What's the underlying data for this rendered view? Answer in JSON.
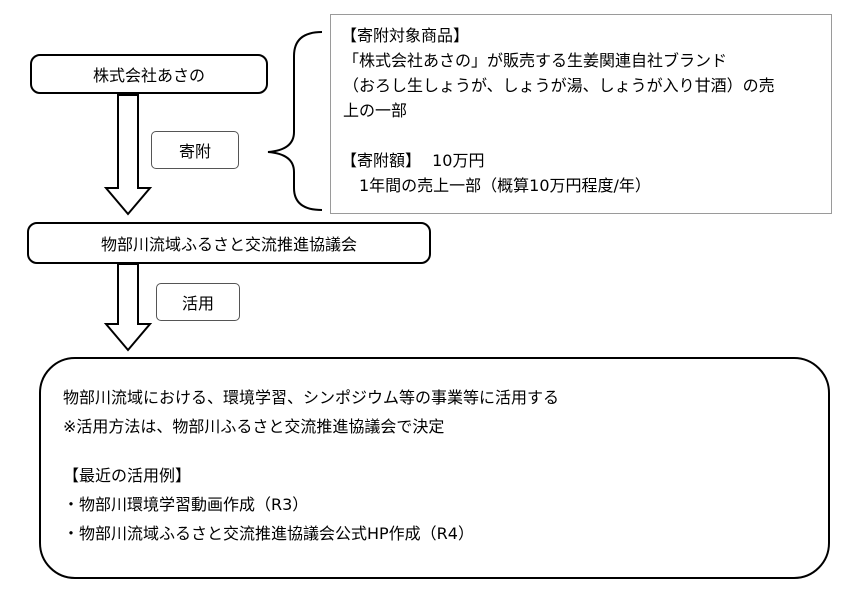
{
  "company": "株式会社あさの",
  "donation_label": "寄附",
  "council": "物部川流域ふるさと交流推進協議会",
  "usage_label": "活用",
  "info": {
    "items_heading": "【寄附対象商品】",
    "items_line1": "「株式会社あさの」が販売する生姜関連自社ブランド",
    "items_line2": "（おろし生しょうが、しょうが湯、しょうが入り甘酒）の売",
    "items_line3": "上の一部",
    "amount_heading": "【寄附額】",
    "amount_value": "10万円",
    "amount_detail": "1年間の売上一部（概算10万円程度/年）"
  },
  "usage": {
    "line1": "物部川流域における、環境学習、シンポジウム等の事業等に活用する",
    "line2": "※活用方法は、物部川ふるさと交流推進協議会で決定",
    "examples_heading": "【最近の活用例】",
    "example1": "・物部川環境学習動画作成（R3）",
    "example2": "・物部川流域ふるさと交流推進協議会公式HP作成（R4）"
  }
}
